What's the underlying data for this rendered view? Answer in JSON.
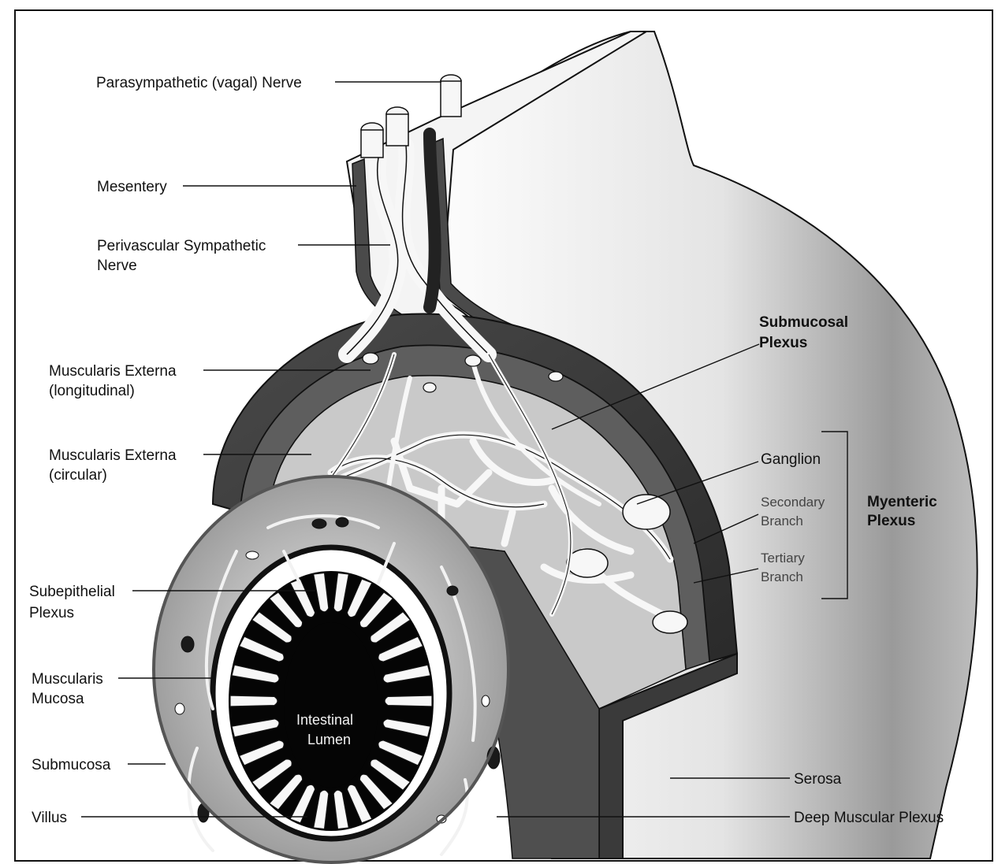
{
  "labels": {
    "parasympathetic_nerve": "Parasympathetic (vagal) Nerve",
    "mesentery": "Mesentery",
    "perivascular_line1": "Perivascular Sympathetic",
    "perivascular_line2": "Nerve",
    "muscularis_long_line1": "Muscularis Externa",
    "muscularis_long_line2": "(longitudinal)",
    "muscularis_circ_line1": "Muscularis Externa",
    "muscularis_circ_line2": "(circular)",
    "subepithelial_line1": "Subepithelial",
    "subepithelial_line2": "Plexus",
    "muscularis_mucosa_line1": "Muscularis",
    "muscularis_mucosa_line2": "Mucosa",
    "submucosa": "Submucosa",
    "villus": "Villus",
    "lumen_line1": "Intestinal",
    "lumen_line2": "Lumen",
    "submucosal_plexus_line1": "Submucosal",
    "submucosal_plexus_line2": "Plexus",
    "ganglion": "Ganglion",
    "secondary_line1": "Secondary",
    "secondary_line2": "Branch",
    "tertiary_line1": "Tertiary",
    "tertiary_line2": "Branch",
    "myenteric_line1": "Myenteric",
    "myenteric_line2": "Plexus",
    "serosa": "Serosa",
    "deep_muscular_plexus": "Deep Muscular Plexus"
  },
  "colors": {
    "outline": "#111111",
    "muscle_dark": "#3a3a3a",
    "muscle_mid": "#6e6e6e",
    "submucosa_gray": "#a9a9a9",
    "nerve_white": "#f7f7f7",
    "lumen_black": "#050505"
  }
}
